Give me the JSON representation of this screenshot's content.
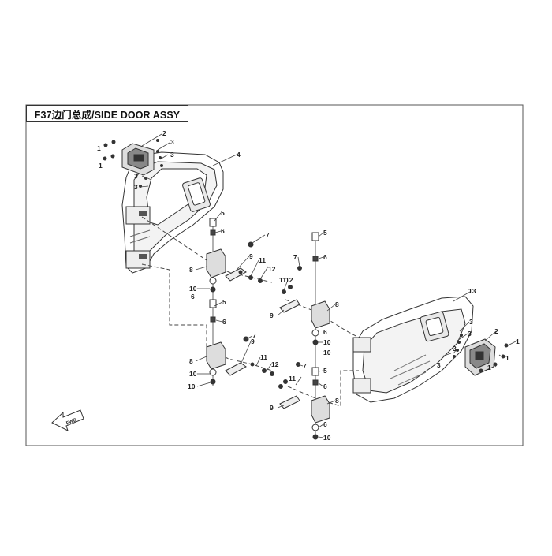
{
  "title": "F37边门总成/SIDE DOOR ASSY",
  "fwd_label": "FWD",
  "callouts": [
    {
      "id": "c1a",
      "text": "1"
    },
    {
      "id": "c1b",
      "text": "1"
    },
    {
      "id": "c2a",
      "text": "2"
    },
    {
      "id": "c3a",
      "text": "3"
    },
    {
      "id": "c3b",
      "text": "3"
    },
    {
      "id": "c3c",
      "text": "3"
    },
    {
      "id": "c3d",
      "text": "3"
    },
    {
      "id": "c4",
      "text": "4"
    },
    {
      "id": "c5a",
      "text": "5"
    },
    {
      "id": "c6a",
      "text": "6"
    },
    {
      "id": "c7a",
      "text": "7"
    },
    {
      "id": "c8a",
      "text": "8"
    },
    {
      "id": "c9a",
      "text": "9"
    },
    {
      "id": "c10a",
      "text": "10"
    },
    {
      "id": "c11a",
      "text": "11"
    },
    {
      "id": "c12a",
      "text": "12"
    },
    {
      "id": "c5b",
      "text": "5"
    },
    {
      "id": "c6b",
      "text": "6"
    },
    {
      "id": "c7b",
      "text": "7"
    },
    {
      "id": "c8b",
      "text": "8"
    },
    {
      "id": "c9b",
      "text": "9"
    },
    {
      "id": "c10b",
      "text": "10"
    },
    {
      "id": "c11b",
      "text": "11"
    },
    {
      "id": "c12b",
      "text": "12"
    },
    {
      "id": "c6c",
      "text": "6"
    },
    {
      "id": "c10c",
      "text": "10"
    },
    {
      "id": "c5c",
      "text": "5"
    },
    {
      "id": "c6d",
      "text": "6"
    },
    {
      "id": "c7c",
      "text": "7"
    },
    {
      "id": "c8c",
      "text": "8"
    },
    {
      "id": "c9c",
      "text": "9"
    },
    {
      "id": "c10d",
      "text": "10"
    },
    {
      "id": "c11c",
      "text": "11"
    },
    {
      "id": "c12c",
      "text": "12"
    },
    {
      "id": "c6e",
      "text": "6"
    },
    {
      "id": "c10e",
      "text": "10"
    },
    {
      "id": "c5d",
      "text": "5"
    },
    {
      "id": "c6f",
      "text": "6"
    },
    {
      "id": "c7d",
      "text": "7"
    },
    {
      "id": "c8d",
      "text": "8"
    },
    {
      "id": "c9d",
      "text": "9"
    },
    {
      "id": "c11d",
      "text": "11"
    },
    {
      "id": "c6g",
      "text": "6"
    },
    {
      "id": "c10f",
      "text": "10"
    },
    {
      "id": "c13",
      "text": "13"
    },
    {
      "id": "c3e",
      "text": "3"
    },
    {
      "id": "c3f",
      "text": "3"
    },
    {
      "id": "c3g",
      "text": "3"
    },
    {
      "id": "c3h",
      "text": "3"
    },
    {
      "id": "c2b",
      "text": "2"
    },
    {
      "id": "c1c",
      "text": "1"
    },
    {
      "id": "c1d",
      "text": "1"
    },
    {
      "id": "c1e",
      "text": "1"
    }
  ]
}
